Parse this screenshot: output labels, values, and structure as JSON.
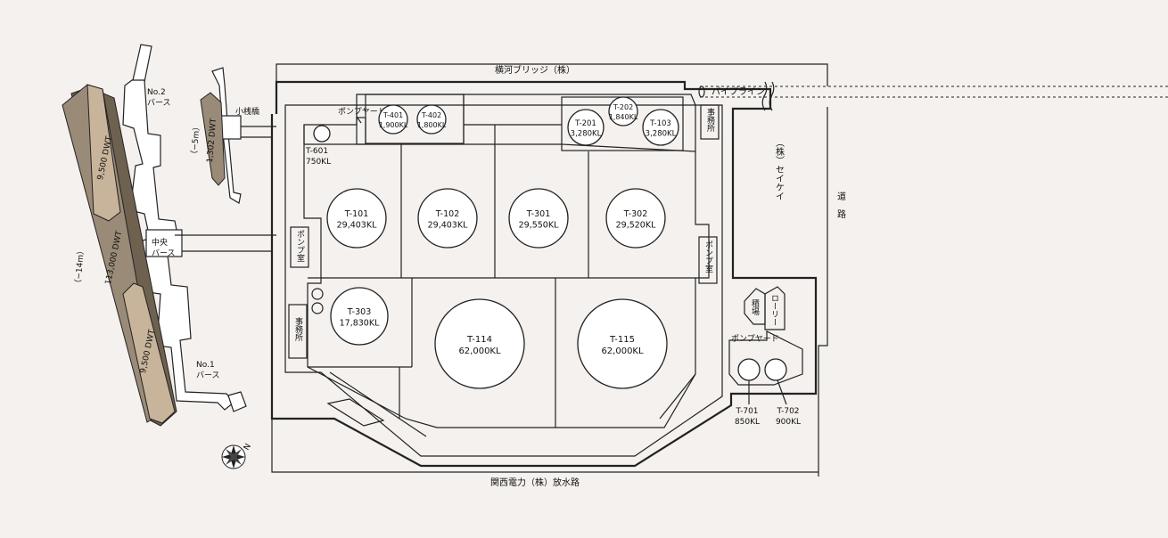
{
  "labels": {
    "bridge": "横河ブリッジ（株）",
    "pipeline": "パイプライン",
    "seikei": "（株）セイケイ",
    "road": "道路",
    "channel": "関西電力（株）放水路",
    "pump_yard_top": "ポンプヤード",
    "pump_room_left": "ポンプ室",
    "pump_room_right": "ポンプ室",
    "office_left": "事務所",
    "office_right": "事務所",
    "loading": "積場",
    "lorry": "ローリー",
    "pump_yard_right": "ポンプヤード",
    "berth_no2": [
      "No.2",
      "バース"
    ],
    "berth_center": [
      "中央",
      "バース"
    ],
    "berth_no1": [
      "No.1",
      "バース"
    ],
    "small_pier": "小桟橋",
    "depth_small": "（−5m）",
    "depth_large": "（−14m）"
  },
  "ships": [
    {
      "name": "large-tanker",
      "dwt": "113,000 DWT"
    },
    {
      "name": "upper-tanker",
      "dwt": "9,500 DWT"
    },
    {
      "name": "lower-tanker",
      "dwt": "9,500 DWT"
    },
    {
      "name": "small-tanker",
      "dwt": "1,302 DWT"
    }
  ],
  "tanks": [
    {
      "id": "T-401",
      "cap": "1,900KL"
    },
    {
      "id": "T-402",
      "cap": "1,800KL"
    },
    {
      "id": "T-201",
      "cap": "3,280KL"
    },
    {
      "id": "T-202",
      "cap": "1,840KL"
    },
    {
      "id": "T-103",
      "cap": "3,280KL"
    },
    {
      "id": "T-601",
      "cap": "750KL"
    },
    {
      "id": "T-101",
      "cap": "29,403KL"
    },
    {
      "id": "T-102",
      "cap": "29,403KL"
    },
    {
      "id": "T-301",
      "cap": "29,550KL"
    },
    {
      "id": "T-302",
      "cap": "29,520KL"
    },
    {
      "id": "T-303",
      "cap": "17,830KL"
    },
    {
      "id": "T-114",
      "cap": "62,000KL"
    },
    {
      "id": "T-115",
      "cap": "62,000KL"
    },
    {
      "id": "T-701",
      "cap": "850KL"
    },
    {
      "id": "T-702",
      "cap": "900KL"
    }
  ],
  "compass": {
    "north": "N"
  }
}
